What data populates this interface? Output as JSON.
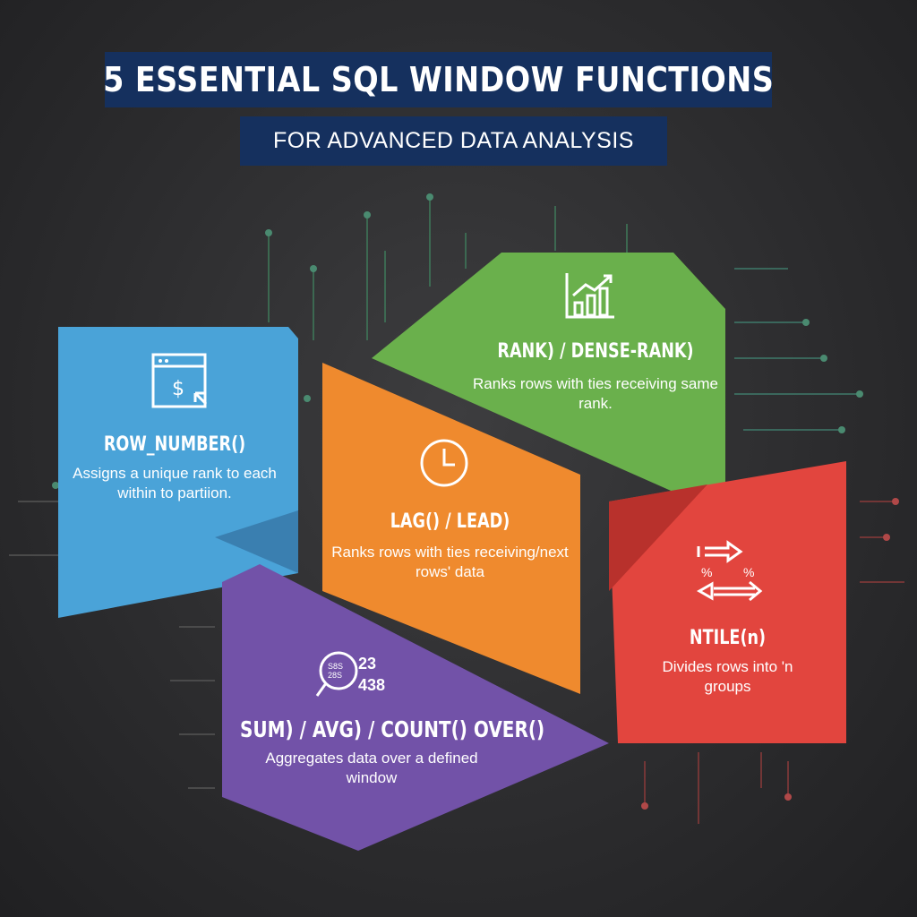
{
  "header": {
    "title": "5 ESSENTIAL SQL WINDOW FUNCTIONS",
    "subtitle": "FOR ADVANCED DATA ANALYSIS"
  },
  "cards": [
    {
      "id": "row-number",
      "title": "ROW_NUMBER()",
      "description": "Assigns a unique rank to each within to partiion.",
      "icon": "browser-dollar-cursor-icon",
      "color": "#4aa3d8"
    },
    {
      "id": "rank",
      "title": "RANK) / DENSE-RANK)",
      "description": "Ranks rows with ties receiving same rank.",
      "icon": "bar-chart-trend-icon",
      "color": "#6ab04c"
    },
    {
      "id": "lag-lead",
      "title": "LAG() / LEAD)",
      "description": "Ranks rows with ties receiving/next rows' data",
      "icon": "clock-icon",
      "color": "#ef8a2e"
    },
    {
      "id": "ntile",
      "title": "NTILE(n)",
      "description": "Divides rows into 'n groups",
      "icon": "arrows-percent-icon",
      "color": "#e2453e"
    },
    {
      "id": "aggregate",
      "title": "SUM) / AVG) / COUNT() OVER()",
      "description": "Aggregates data over a defined window",
      "icon": "magnifier-numbers-icon",
      "color": "#7252a8",
      "icon_text": {
        "lens_top": "S8S",
        "lens_bottom": "28S",
        "num_top": "23",
        "num_bottom": "438"
      }
    }
  ],
  "ntile_icon_text": {
    "pct": "%"
  }
}
